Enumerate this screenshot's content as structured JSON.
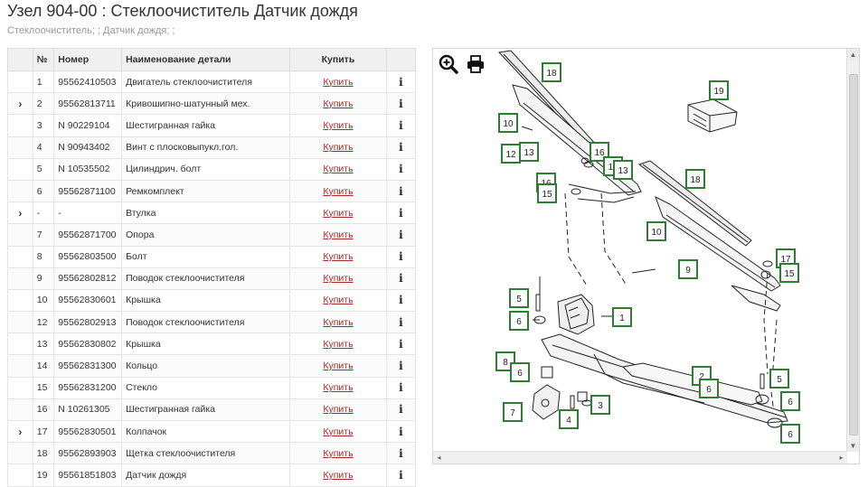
{
  "header": {
    "title": "Узел 904-00 : Стеклоочиститель Датчик дождя",
    "subtitle": "Стеклоочиститель; ; Датчик дождя; ;"
  },
  "table": {
    "columns": {
      "no": "№",
      "number": "Номер",
      "name": "Наименование детали",
      "buy": "Купить"
    },
    "rows": [
      {
        "expand": "",
        "no": "1",
        "number": "95562410503",
        "name": "Двигатель стеклоочистителя",
        "buy": "Купить"
      },
      {
        "expand": "›",
        "no": "2",
        "number": "95562813711",
        "name": "Кривошипно-шатунный мех.",
        "buy": "Купить"
      },
      {
        "expand": "",
        "no": "3",
        "number": "N 90229104",
        "name": "Шестигранная гайка",
        "buy": "Купить"
      },
      {
        "expand": "",
        "no": "4",
        "number": "N 90943402",
        "name": "Винт с плосковыпукл.гол.",
        "buy": "Купить"
      },
      {
        "expand": "",
        "no": "5",
        "number": "N 10535502",
        "name": "Цилиндрич. болт",
        "buy": "Купить"
      },
      {
        "expand": "",
        "no": "6",
        "number": "95562871100",
        "name": "Ремкомплект",
        "buy": "Купить"
      },
      {
        "expand": "›",
        "no": "-",
        "number": "-",
        "name": "Втулка",
        "buy": "Купить"
      },
      {
        "expand": "",
        "no": "7",
        "number": "95562871700",
        "name": "Опора",
        "buy": "Купить"
      },
      {
        "expand": "",
        "no": "8",
        "number": "95562803500",
        "name": "Болт",
        "buy": "Купить"
      },
      {
        "expand": "",
        "no": "9",
        "number": "95562802812",
        "name": "Поводок стеклоочистителя",
        "buy": "Купить"
      },
      {
        "expand": "",
        "no": "10",
        "number": "95562830601",
        "name": "Крышка",
        "buy": "Купить"
      },
      {
        "expand": "",
        "no": "12",
        "number": "95562802913",
        "name": "Поводок стеклоочистителя",
        "buy": "Купить"
      },
      {
        "expand": "",
        "no": "13",
        "number": "95562830802",
        "name": "Крышка",
        "buy": "Купить"
      },
      {
        "expand": "",
        "no": "14",
        "number": "95562831300",
        "name": "Кольцо",
        "buy": "Купить"
      },
      {
        "expand": "",
        "no": "15",
        "number": "95562831200",
        "name": "Стекло",
        "buy": "Купить"
      },
      {
        "expand": "",
        "no": "16",
        "number": "N 10261305",
        "name": "Шестигранная гайка",
        "buy": "Купить"
      },
      {
        "expand": "›",
        "no": "17",
        "number": "95562830501",
        "name": "Колпачок",
        "buy": "Купить"
      },
      {
        "expand": "",
        "no": "18",
        "number": "95562893903",
        "name": "Щетка стеклоочистителя",
        "buy": "Купить"
      },
      {
        "expand": "",
        "no": "19",
        "number": "95561851803",
        "name": "Датчик дождя",
        "buy": "Купить"
      }
    ]
  },
  "diagram": {
    "toolbar": {
      "zoom_icon": "zoom-in-icon",
      "print_icon": "print-icon"
    },
    "callouts": [
      {
        "label": "18"
      },
      {
        "label": "19"
      },
      {
        "label": "10"
      },
      {
        "label": "12"
      },
      {
        "label": "13"
      },
      {
        "label": "16"
      },
      {
        "label": "14"
      },
      {
        "label": "13"
      },
      {
        "label": "16"
      },
      {
        "label": "15"
      },
      {
        "label": "18"
      },
      {
        "label": "10"
      },
      {
        "label": "17"
      },
      {
        "label": "15"
      },
      {
        "label": "9"
      },
      {
        "label": "5"
      },
      {
        "label": "1"
      },
      {
        "label": "6"
      },
      {
        "label": "8"
      },
      {
        "label": "6"
      },
      {
        "label": "2"
      },
      {
        "label": "6"
      },
      {
        "label": "5"
      },
      {
        "label": "6"
      },
      {
        "label": "7"
      },
      {
        "label": "4"
      },
      {
        "label": "3"
      },
      {
        "label": "6"
      }
    ],
    "colors": {
      "callout_border": "#2e7d32",
      "link": "#a52a2a"
    }
  }
}
